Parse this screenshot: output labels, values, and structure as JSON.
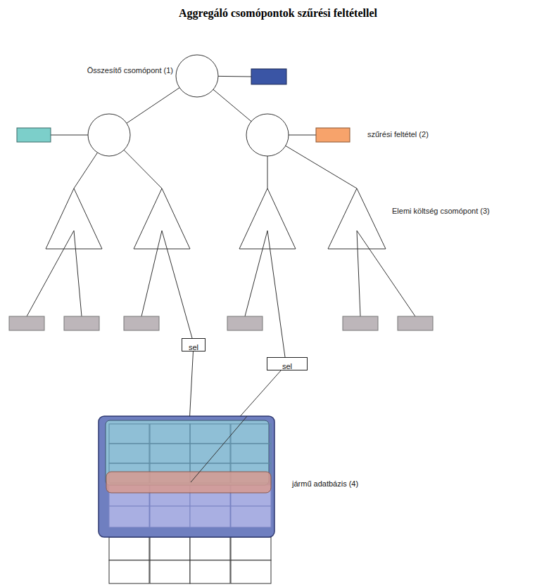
{
  "diagram": {
    "title": "Aggregáló csomópontok szűrési feltétellel",
    "nodes": [
      {
        "text": [
          "sel"
        ]
      },
      {
        "text": [
          "sel"
        ]
      },
      {
        "text": [
          "jármű adatbázis (4)"
        ]
      }
    ],
    "edges": [
      {
        "from": 0,
        "to": 2,
        "arrow": "none"
      },
      {
        "from": 1,
        "to": 2,
        "arrow": "none"
      }
    ],
    "labels": [
      "Összesítő csomópont (1)",
      "szűrési feltétel (2)",
      "Elemi költség csomópont (3)"
    ]
  }
}
